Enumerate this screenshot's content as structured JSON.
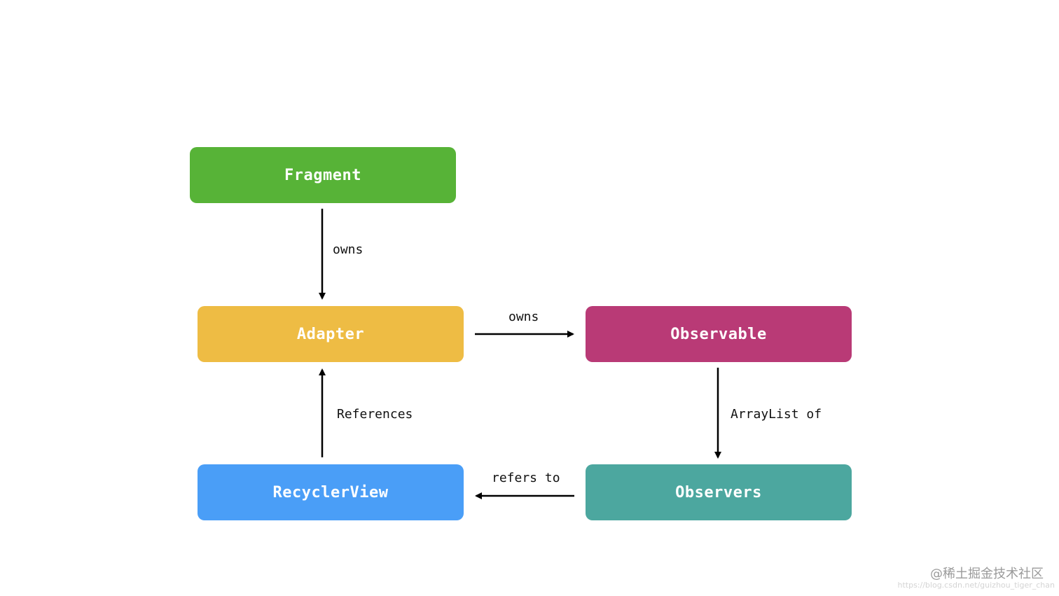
{
  "nodes": {
    "fragment": {
      "label": "Fragment",
      "color": "#57b337"
    },
    "adapter": {
      "label": "Adapter",
      "color": "#eebc44"
    },
    "observable": {
      "label": "Observable",
      "color": "#b93a76"
    },
    "recyclerview": {
      "label": "RecyclerView",
      "color": "#4a9ef7"
    },
    "observers": {
      "label": "Observers",
      "color": "#4ca79f"
    }
  },
  "edges": {
    "fragment_adapter": "owns",
    "adapter_observable": "owns",
    "observable_observers": "ArrayList of",
    "recyclerview_adapter": "References",
    "observers_recyclerview": "refers to"
  },
  "watermark": {
    "text": "@稀土掘金技术社区",
    "url": "https://blog.csdn.net/guizhou_tiger_chan"
  }
}
